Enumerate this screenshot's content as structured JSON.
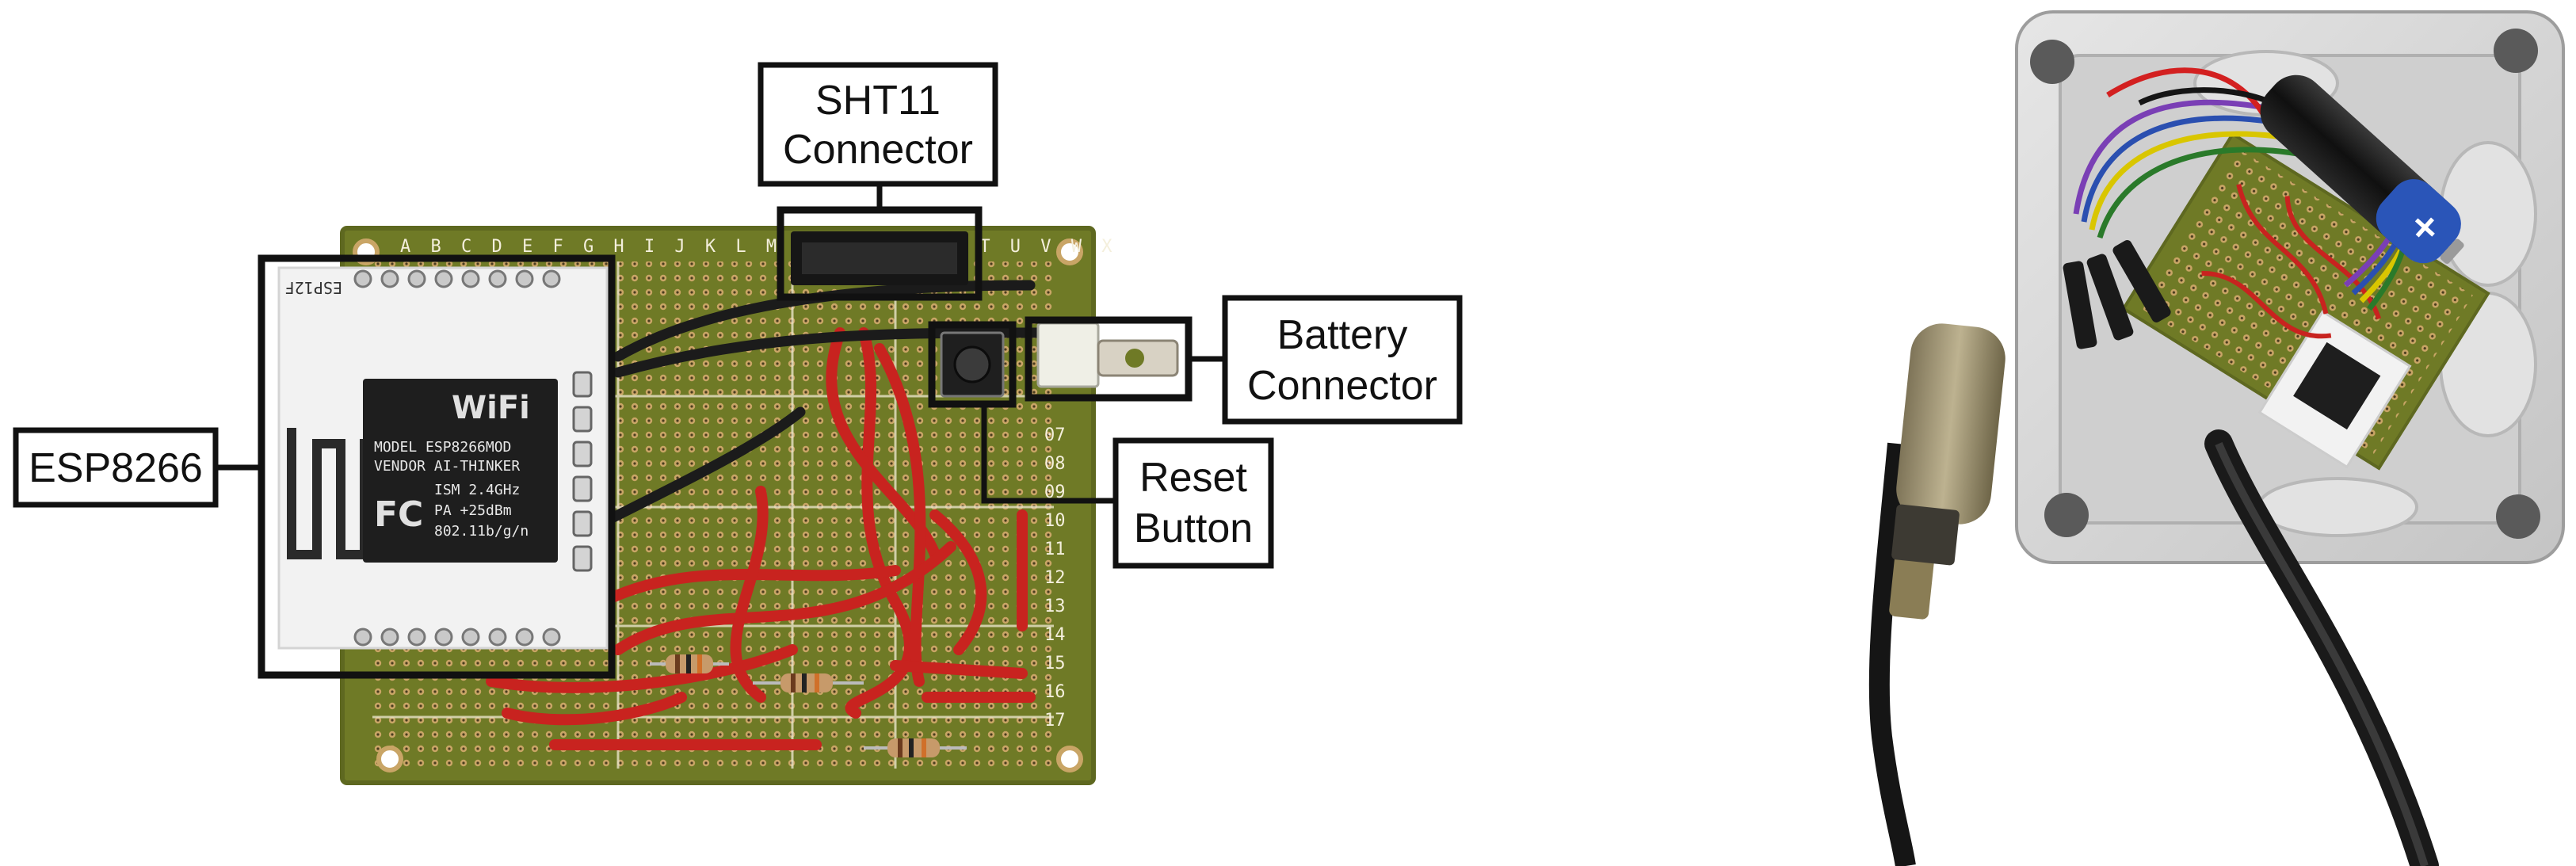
{
  "labels": {
    "esp8266": "ESP8266",
    "sht11_line1": "SHT11",
    "sht11_line2": "Connector",
    "battery_line1": "Battery",
    "battery_line2": "Connector",
    "reset_line1": "Reset",
    "reset_line2": "Button"
  },
  "board_text": {
    "column_letters": "A B C D E F G H I J K L M N O P Q R S T U V W X",
    "row_numbers": [
      "07",
      "08",
      "09",
      "10",
      "11",
      "12",
      "13",
      "14",
      "15",
      "16",
      "17"
    ]
  },
  "module_text": {
    "brand": "WiFi",
    "line1": "MODEL  ESP8266MOD",
    "line2": "VENDOR AI-THINKER",
    "line3": "ISM 2.4GHz",
    "line4": "PA +25dBm",
    "line5": "802.11b/g/n",
    "fc_mark": "FC",
    "silk_label": "ESP12F"
  },
  "battery_text": {
    "polarity": "+"
  },
  "colors": {
    "pcb": "#6f7a26",
    "pcb_edge": "#5e6820",
    "pad": "#c9a566",
    "wire_red": "#c8231f",
    "wire_black": "#1b1b1b",
    "module_board": "#f2f2f2",
    "chip_shield": "#1e1e1e",
    "enclosure": "#d9d9d9",
    "battery_blue": "#2a55b8",
    "callout": "#111111"
  },
  "icons": [
    "esp8266-module-icon",
    "push-button-icon",
    "battery-icon",
    "sensor-probe-icon"
  ]
}
